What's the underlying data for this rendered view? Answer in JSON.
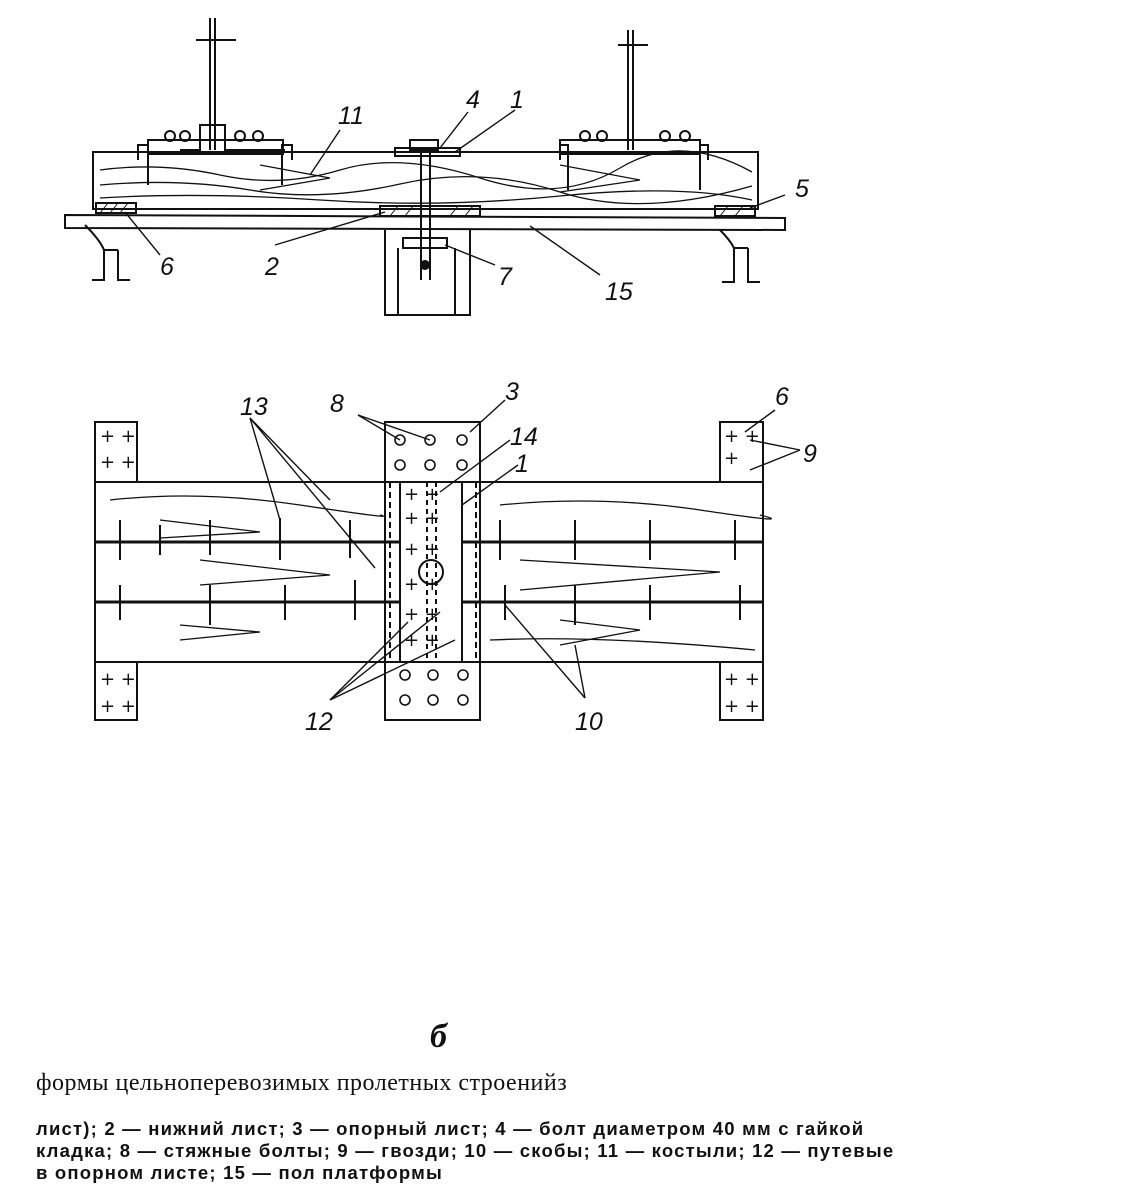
{
  "figure": {
    "letter": "б",
    "top_view_labels": {
      "l11": "11",
      "l4": "4",
      "l1": "1",
      "l5": "5",
      "l6": "6",
      "l2": "2",
      "l7": "7",
      "l15": "15"
    },
    "plan_view_labels": {
      "l13": "13",
      "l8": "8",
      "l3": "3",
      "l14": "14",
      "l1": "1",
      "l6": "6",
      "l9": "9",
      "l12": "12",
      "l10": "10"
    }
  },
  "caption": {
    "title": "формы цельноперевозимых пролетных строенийз",
    "line1": "лист); 2 — нижний лист; 3 — опорный лист; 4 — болт диаметром 40 мм с гайкой",
    "line2": "кладка; 8 — стяжные болты; 9 — гвозди; 10 — скобы; 11 — костыли; 12 — путевые",
    "line3": "в опорном листе; 15 — пол платформы"
  }
}
